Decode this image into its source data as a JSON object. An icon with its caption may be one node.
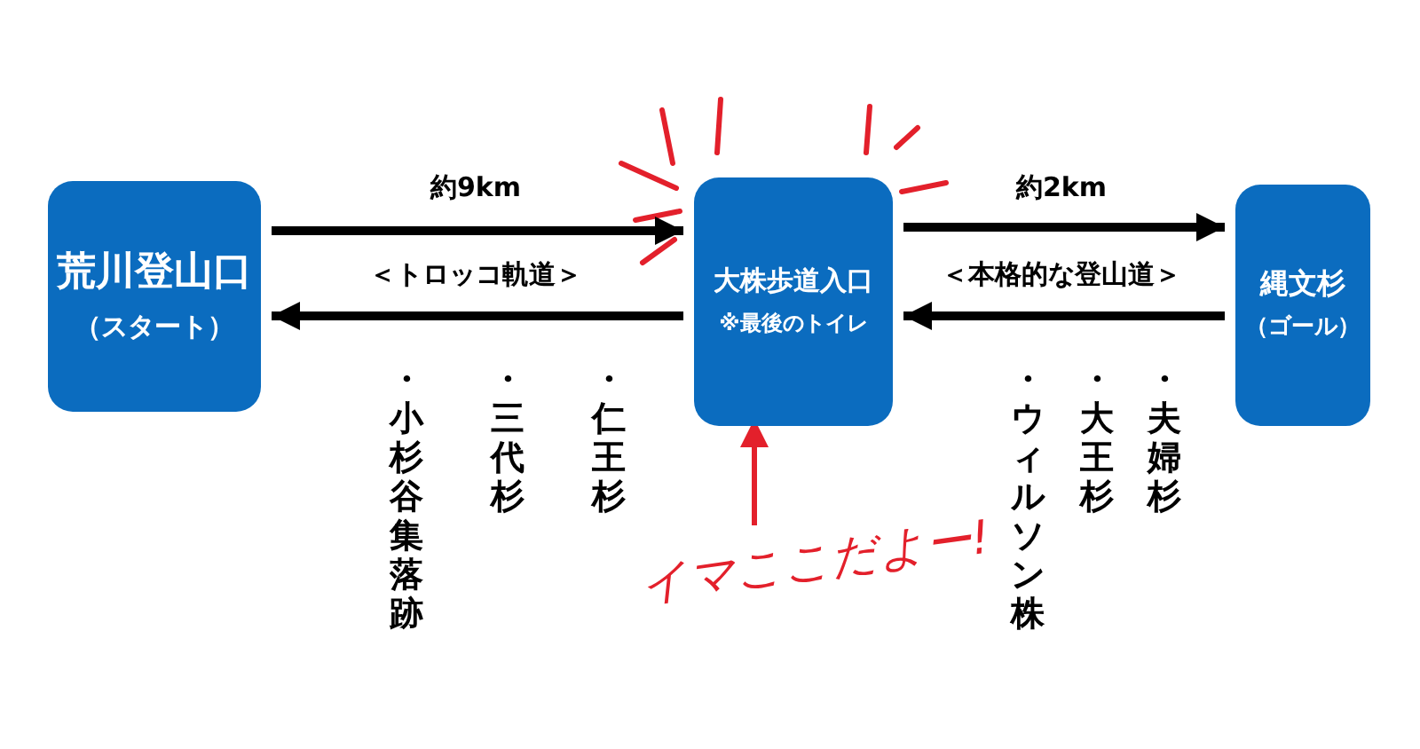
{
  "diagram": {
    "nodes": [
      {
        "text": [
          "荒川登山口",
          "（スタート）"
        ]
      },
      {
        "text": [
          "大株歩道入口",
          "※最後のトイレ"
        ]
      },
      {
        "text": [
          "縄文杉",
          "（ゴール）"
        ]
      },
      {
        "text": [
          "イマここだよー!"
        ]
      }
    ],
    "edges": [
      {
        "from": 0,
        "to": 1,
        "arrow": "to",
        "label": "約9km"
      },
      {
        "from": 1,
        "to": 0,
        "arrow": "to",
        "label": "＜トロッコ軌道＞"
      },
      {
        "from": 1,
        "to": 2,
        "arrow": "to",
        "label": "約2km"
      },
      {
        "from": 2,
        "to": 1,
        "arrow": "to",
        "label": "＜本格的な登山道＞"
      },
      {
        "from": 3,
        "to": 1,
        "arrow": "to",
        "color": "#e3202b"
      }
    ],
    "labels": [
      "・小杉谷集落跡",
      "・三代杉",
      "・仁王杉",
      "・ウィルソン株",
      "・大王杉",
      "・夫婦杉"
    ]
  }
}
